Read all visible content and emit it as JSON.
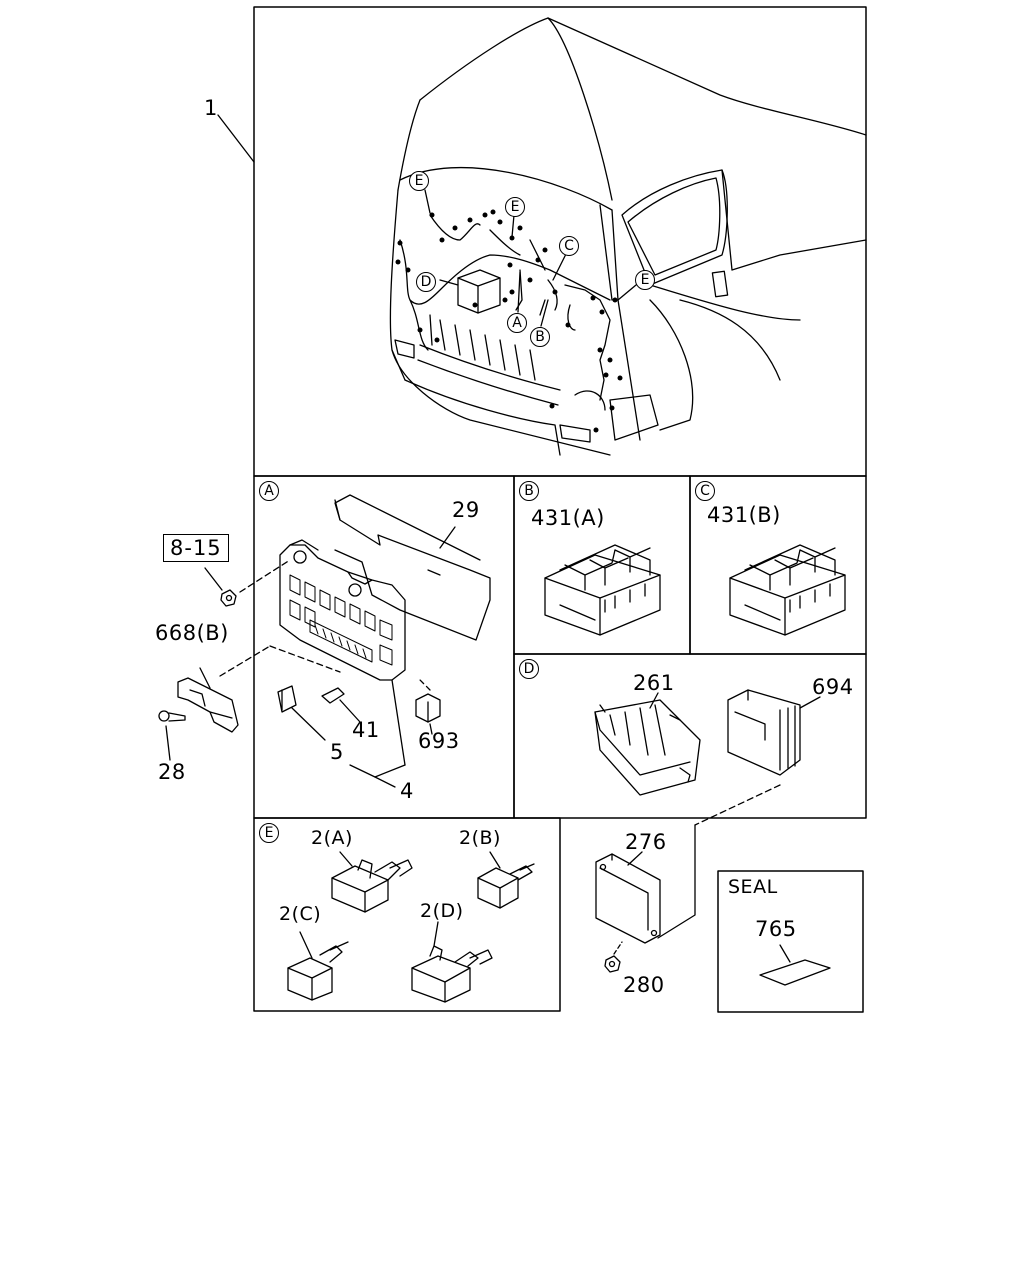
{
  "labels": {
    "main": "1",
    "ref_8_15": "8-15",
    "p668b": "668(B)",
    "p28": "28",
    "p29": "29",
    "p41": "41",
    "p5": "5",
    "p4": "4",
    "p693": "693",
    "p431a": "431(A)",
    "p431b": "431(B)",
    "p261": "261",
    "p694": "694",
    "p276": "276",
    "p280": "280",
    "p2a": "2(A)",
    "p2b": "2(B)",
    "p2c": "2(C)",
    "p2d": "2(D)",
    "seal_title": "SEAL",
    "p765": "765"
  },
  "callouts": {
    "A": "A",
    "B": "B",
    "C": "C",
    "D": "D",
    "E": "E"
  }
}
